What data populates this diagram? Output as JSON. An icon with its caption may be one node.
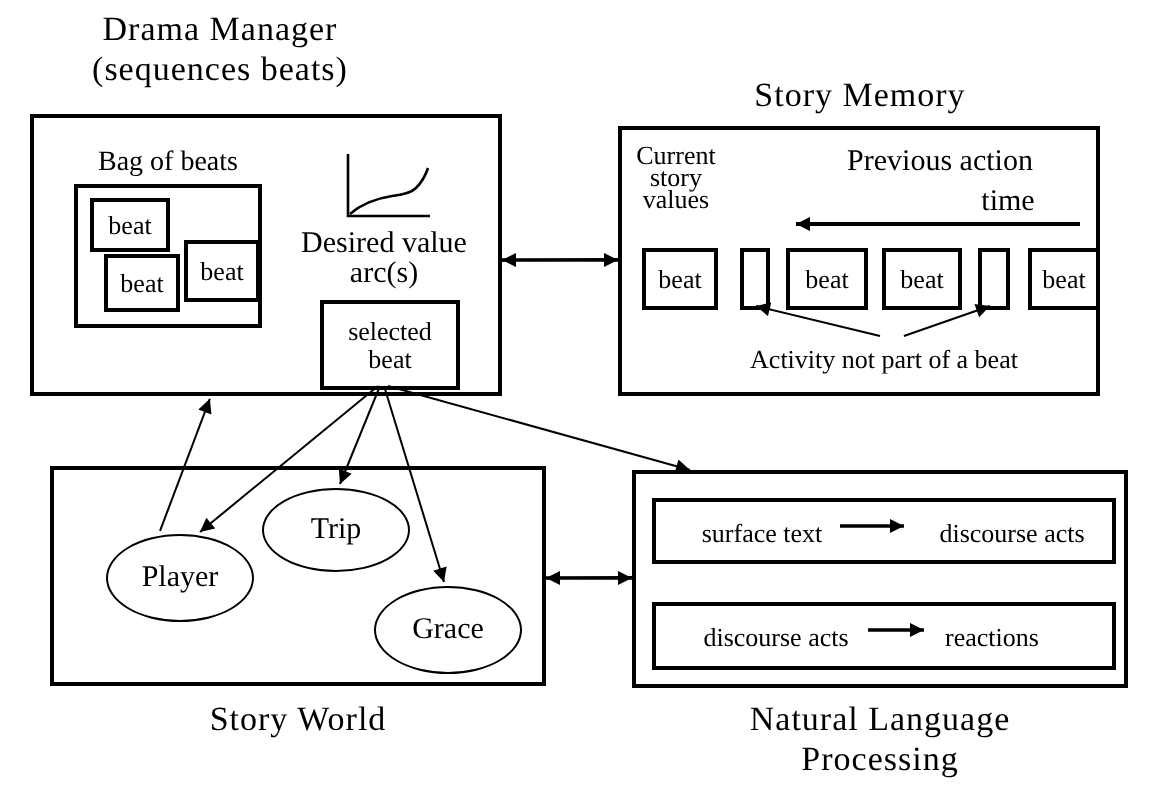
{
  "diagram": {
    "nodes": [
      {
        "text": [
          "Drama Manager (sequences beats)"
        ]
      },
      {
        "text": [
          "Bag of beats"
        ],
        "in": 0
      },
      {
        "text": [
          "beat"
        ],
        "in": 1
      },
      {
        "text": [
          "beat"
        ],
        "in": 1
      },
      {
        "text": [
          "beat"
        ],
        "in": 1
      },
      {
        "text": [
          "selected beat"
        ],
        "in": 0
      },
      {
        "text": [
          "Story Memory"
        ]
      },
      {
        "text": [
          "beat"
        ],
        "in": 6
      },
      {
        "text": [],
        "shape": "box",
        "in": 6
      },
      {
        "text": [
          "beat"
        ],
        "in": 6
      },
      {
        "text": [
          "beat"
        ],
        "in": 6
      },
      {
        "text": [],
        "shape": "box",
        "in": 6
      },
      {
        "text": [
          "beat"
        ],
        "in": 6
      },
      {
        "text": [
          "Activity not part of a beat"
        ],
        "in": 6
      },
      {
        "text": [
          "Story World"
        ]
      },
      {
        "text": [
          "Player"
        ],
        "in": 14
      },
      {
        "text": [
          "Trip"
        ],
        "in": 14
      },
      {
        "text": [
          "Grace"
        ],
        "in": 14
      },
      {
        "text": [
          "Natural Language Processing"
        ]
      },
      {
        "text": [],
        "shape": "box",
        "in": 18
      },
      {
        "text": [
          "surface text"
        ],
        "in": 19
      },
      {
        "text": [
          "discourse acts"
        ],
        "in": 19
      },
      {
        "text": [],
        "shape": "box",
        "in": 18
      },
      {
        "text": [
          "discourse acts"
        ],
        "in": 22
      },
      {
        "text": [
          "reactions"
        ],
        "in": 22
      }
    ],
    "edges": [
      {
        "from": 0,
        "to": 6,
        "arrow": "both"
      },
      {
        "from": 15,
        "to": 0,
        "arrow": "to"
      },
      {
        "from": 5,
        "to": 15,
        "arrow": "to"
      },
      {
        "from": 5,
        "to": 16,
        "arrow": "to"
      },
      {
        "from": 5,
        "to": 17,
        "arrow": "to"
      },
      {
        "from": 5,
        "to": 18,
        "arrow": "to"
      },
      {
        "from": 14,
        "to": 18,
        "arrow": "both"
      },
      {
        "from": 13,
        "to": 8,
        "arrow": "to"
      },
      {
        "from": 13,
        "to": 11,
        "arrow": "to"
      },
      {
        "from": 20,
        "to": 21,
        "arrow": "to"
      },
      {
        "from": 23,
        "to": 24,
        "arrow": "to"
      }
    ],
    "labels": [
      "Desired value arc(s)",
      "Current story values",
      "Previous action",
      "time"
    ]
  }
}
